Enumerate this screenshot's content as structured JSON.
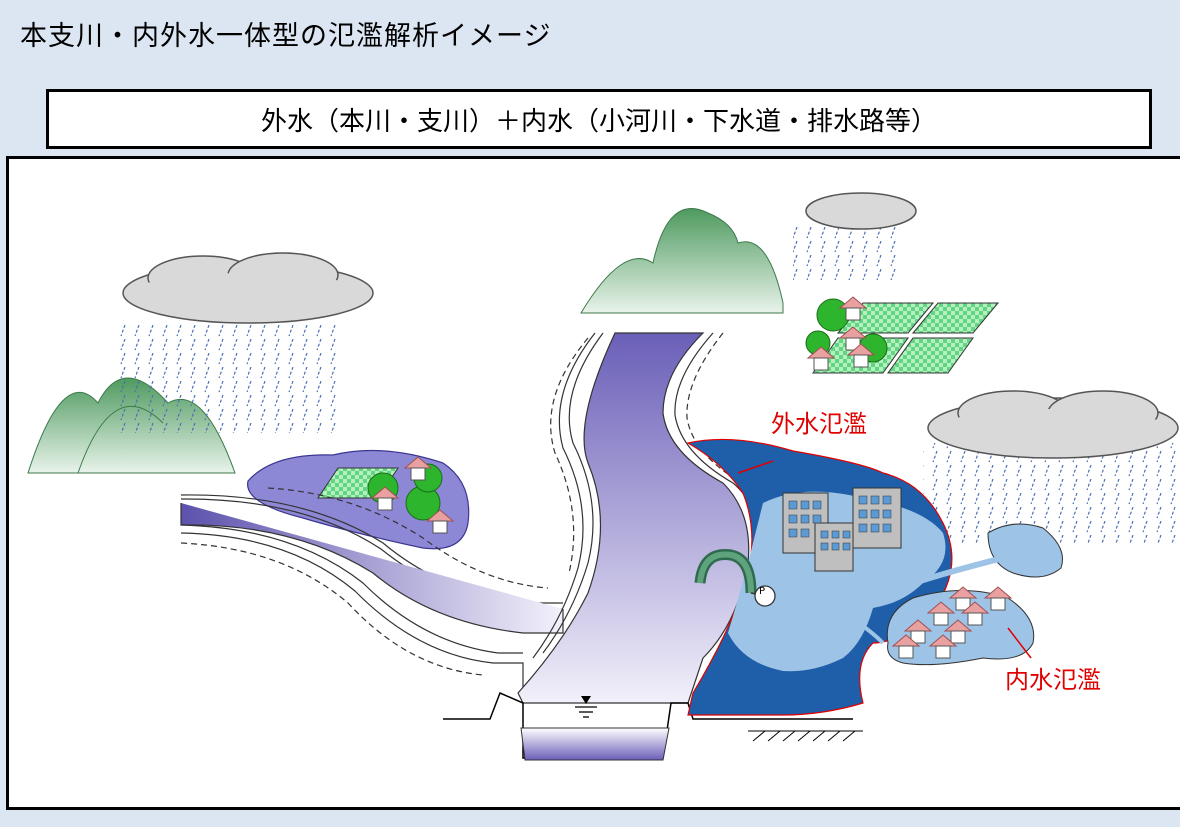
{
  "title": "本支川・内外水一体型の氾濫解析イメージ",
  "subtitle": "外水（本川・支川）＋内水（小河川・下水道・排水路等）",
  "labels": {
    "external_flood": "外水氾濫",
    "internal_flood": "内水氾濫",
    "pump": "P"
  },
  "colors": {
    "background": "#dce6f2",
    "external_flood_water": "#1f5ea8",
    "internal_flood_water": "#9dc3e6",
    "river": "#7b6fc0",
    "mountain": "#5aa06a",
    "cloud": "#d9d9d9",
    "rain": "#4a6fb5",
    "house_roof": "#e8a0a0",
    "tree": "#2db52d",
    "paddy": "#5ad27a",
    "label_red": "#e00000"
  }
}
